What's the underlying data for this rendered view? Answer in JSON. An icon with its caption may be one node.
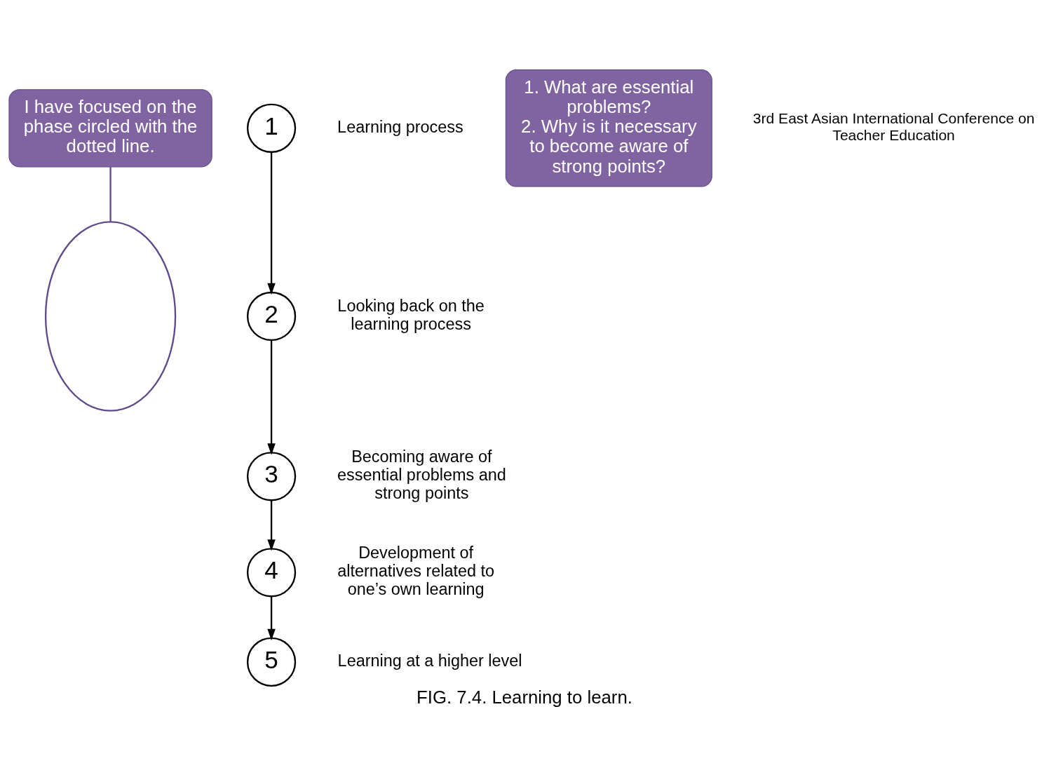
{
  "diagram": {
    "caption": "FIG. 7.4. Learning to learn.",
    "nodes": [
      {
        "text": [
          "I have focused on the phase circled with the dotted line."
        ]
      },
      {
        "text": [
          "4"
        ],
        "beside": [
          "Development of alternatives related to one’s own learning"
        ]
      },
      {
        "text": [
          "5"
        ],
        "beside": [
          "Learning at a higher level"
        ]
      },
      {
        "text": [
          "1"
        ],
        "beside": [
          "Learning process"
        ]
      },
      {
        "text": [
          "3"
        ],
        "beside": [
          "Becoming aware of essential problems and strong points"
        ]
      },
      {
        "text": [],
        "shape": "ellipse"
      },
      {
        "text": [
          "1. What are essential problems?",
          "2. Why is it necessary to become aware of strong points?"
        ]
      },
      {
        "text": [
          "2"
        ],
        "beside": [
          "Looking back on the learning process"
        ]
      }
    ],
    "edges": [
      {
        "from": 3,
        "to": 7,
        "arrow": "to"
      },
      {
        "from": 7,
        "to": 4,
        "arrow": "to"
      },
      {
        "from": 4,
        "to": 1,
        "arrow": "to"
      },
      {
        "from": 1,
        "to": 2,
        "arrow": "to"
      },
      {
        "from": 0,
        "to": 5,
        "arrow": "none",
        "color": "#5f4b8b"
      }
    ],
    "labels": [
      "3rd East Asian International Conference on Teacher Education"
    ]
  }
}
